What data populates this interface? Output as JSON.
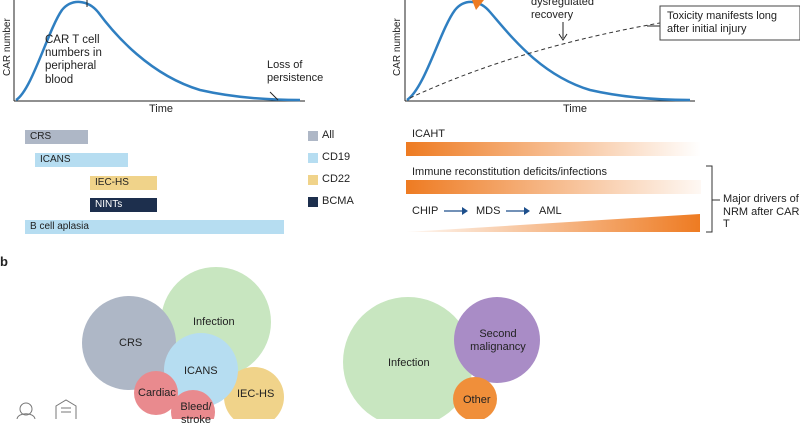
{
  "panel_a": {
    "left_chart": {
      "y_axis_label": "CAR number",
      "x_axis_label": "Time",
      "curve_label": "CAR T cell numbers in peripheral blood",
      "loss_label": "Loss of persistence"
    },
    "right_chart": {
      "y_axis_label": "CAR number",
      "x_axis_label": "Time",
      "dysregulated_label": "dysregulated recovery",
      "toxicity_label": "Toxicity manifests long after initial injury"
    },
    "left_bars": [
      {
        "label": "CRS",
        "color": "#aeb7c6"
      },
      {
        "label": "ICANS",
        "color": "#b6ddf1"
      },
      {
        "label": "IEC-HS",
        "color": "#f0d38a"
      },
      {
        "label": "NINTs",
        "color": "#1d2f4d"
      },
      {
        "label": "B cell aplasia",
        "color": "#b6ddf1"
      }
    ],
    "legend": [
      {
        "label": "All",
        "color": "#aeb7c6"
      },
      {
        "label": "CD19",
        "color": "#b6ddf1"
      },
      {
        "label": "CD22",
        "color": "#f0d38a"
      },
      {
        "label": "BCMA",
        "color": "#1d2f4d"
      }
    ],
    "right_bars": {
      "icaht": "ICAHT",
      "immune": "Immune reconstitution deficits/infections",
      "chip": "CHIP",
      "mds": "MDS",
      "aml": "AML",
      "bracket_label": "Major drivers of NRM after CAR T",
      "orange": "#ee7b22"
    }
  },
  "panel_b": {
    "label": "b",
    "left_circles": [
      {
        "label": "CRS",
        "color": "#aeb7c6"
      },
      {
        "label": "Infection",
        "color": "#c8e6c0"
      },
      {
        "label": "ICANS",
        "color": "#b6ddf1"
      },
      {
        "label": "IEC-HS",
        "color": "#f0d38a"
      },
      {
        "label": "Cardiac",
        "color": "#e98a8e"
      },
      {
        "label": "Bleed/ stroke",
        "color": "#e98a8e"
      }
    ],
    "right_circles": [
      {
        "label": "Infection",
        "color": "#c8e6c0"
      },
      {
        "label": "Second malignancy",
        "color": "#a98cc6"
      },
      {
        "label": "Other",
        "color": "#f08f3a"
      }
    ]
  }
}
